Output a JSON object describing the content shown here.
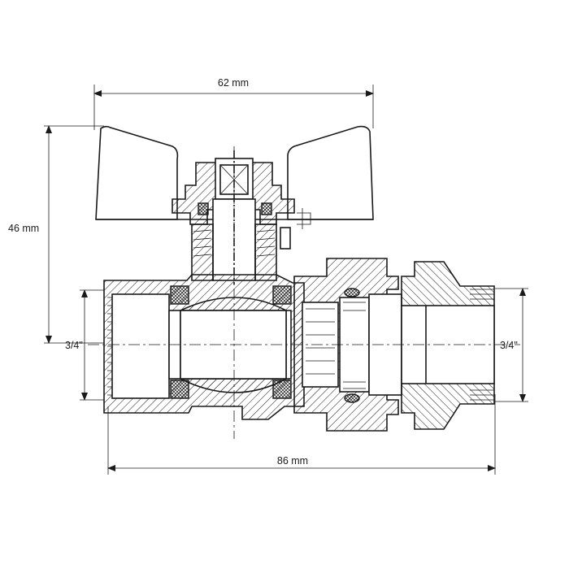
{
  "dimensions": {
    "handle_width": "62 mm",
    "height": "46 mm",
    "length": "86 mm",
    "thread_left": "3/4\"",
    "thread_right": "3/4\""
  }
}
